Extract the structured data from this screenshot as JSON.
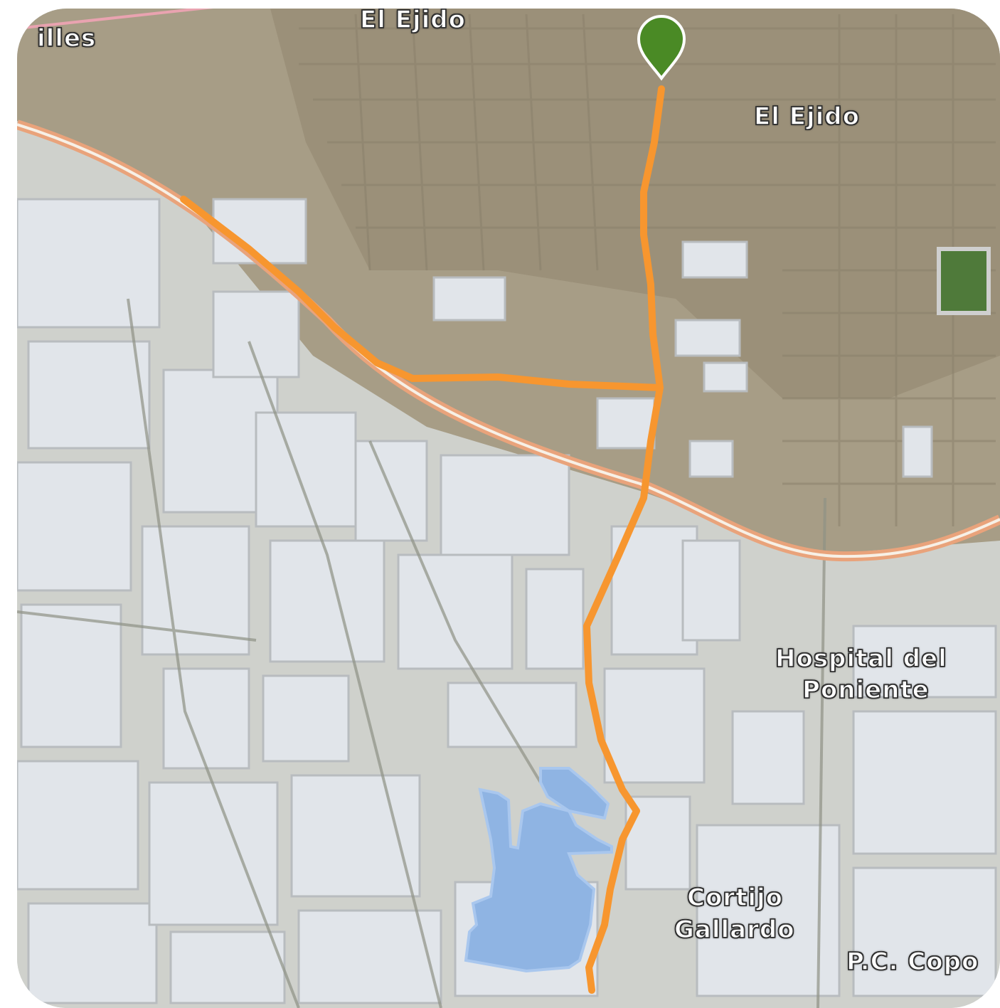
{
  "map": {
    "place_labels": {
      "el_ejido_top": "El Ejido",
      "el_ejido_right": "El Ejido",
      "partial_left": "illes",
      "hospital_line1": "Hospital del",
      "hospital_line2": "Poniente",
      "cortijo_line1": "Cortijo",
      "cortijo_line2": "Gallardo",
      "pc_copo": "P.C. Copo"
    },
    "marker_icon": "map-pin-icon",
    "colors": {
      "route": "#f7962f",
      "marker": "#4a8a25",
      "water": "#8fb4e3",
      "highway": "#e9a37b",
      "greenhouse": "#dfe3e8",
      "urban": "#a89d86"
    }
  }
}
